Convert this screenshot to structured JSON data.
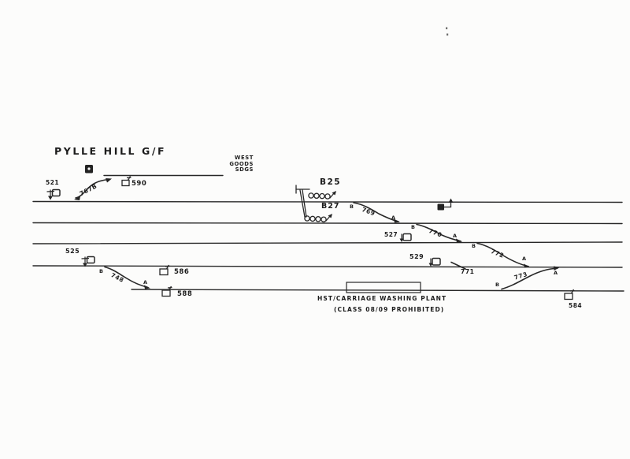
{
  "page": {
    "description": "Hand-drawn railway signalling track layout sketch",
    "paper_color": "#fcfcfb",
    "ink_color": "#232323",
    "scan_mark": ":"
  },
  "title": "PYLLE HILL G/F",
  "goods_sidings": {
    "word1": "WEST",
    "word2": "GOODS",
    "word3": "SDGS"
  },
  "signals": {
    "b25": {
      "label": "B25"
    },
    "b27": {
      "label": "B27"
    },
    "s521": {
      "label": "521"
    },
    "s525": {
      "label": "525"
    },
    "s527": {
      "label": "527"
    },
    "s529": {
      "label": "529"
    },
    "s584": {
      "label": "584"
    },
    "s586": {
      "label": "586"
    },
    "s588": {
      "label": "588"
    },
    "s590": {
      "label": "590"
    }
  },
  "points": {
    "p767": {
      "label": "767B"
    },
    "p748": {
      "label": "748",
      "top_end": "B",
      "bottom_end": "A"
    },
    "p769": {
      "label": "769",
      "top_end": "B",
      "bottom_end": "A"
    },
    "p770": {
      "label": "770",
      "top_end": "B",
      "bottom_end": "A"
    },
    "p771": {
      "label": "771"
    },
    "p772": {
      "label": "772",
      "top_end": "B",
      "bottom_end": "A"
    },
    "p773": {
      "label": "773",
      "top_end": "A",
      "bottom_end": "B"
    }
  },
  "washing_plant": {
    "name": "HST/CARRIAGE WASHING PLANT",
    "restriction": "(CLASS 08/09 PROHIBITED)"
  },
  "symbols": {
    "ground_frame": "filled-square-with-dot",
    "shunt_disc": "square-disc-with-flag",
    "shunt_disc_posted": "square-disc-on-post-with-down-arrow",
    "position_light_signal": "four-lamp-row-with-route-arrow",
    "box_arrow_marker": "filled-square-with-bent-up-arrow"
  }
}
